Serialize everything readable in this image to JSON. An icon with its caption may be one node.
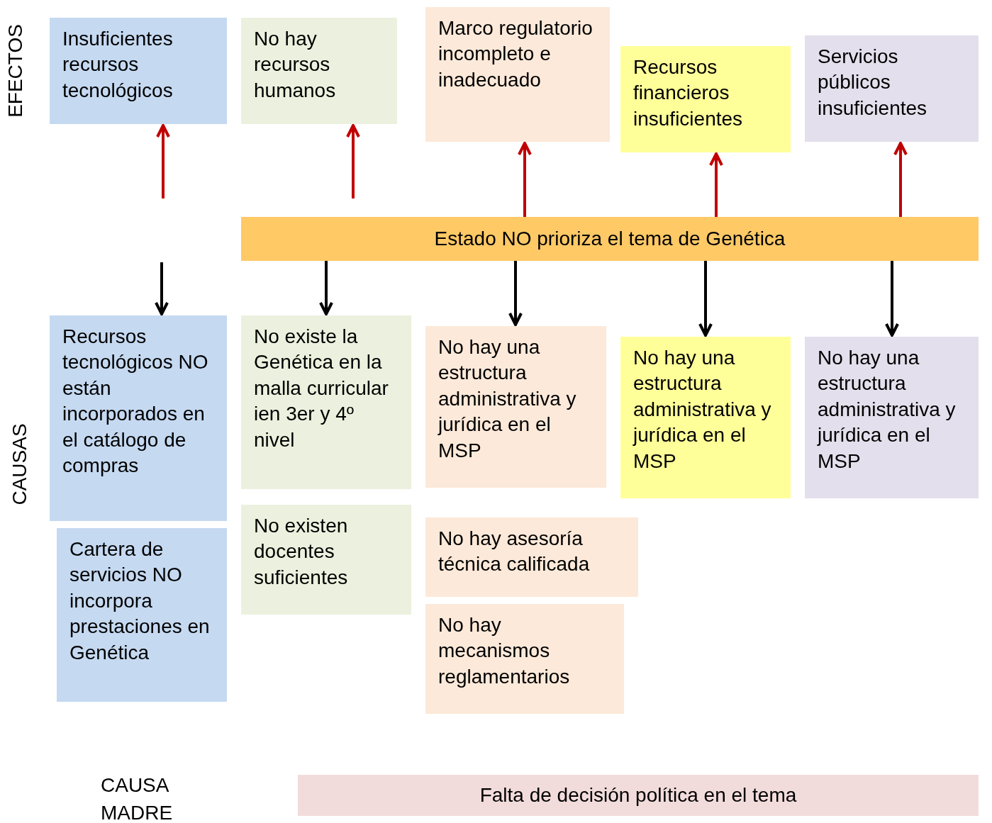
{
  "diagram": {
    "nodes": [
      {
        "text": [
          "Insuficientes recursos tecnológicos"
        ]
      },
      {
        "text": [
          "No hay recursos humanos"
        ]
      },
      {
        "text": [
          "Marco regulatorio incompleto e inadecuado"
        ]
      },
      {
        "text": [
          "Recursos financieros insuficientes"
        ]
      },
      {
        "text": [
          "Servicios públicos insuficientes"
        ]
      },
      {
        "text": [
          "Estado NO prioriza el tema de Genética"
        ]
      },
      {
        "text": [
          "Recursos tecnológicos NO están incorporados en el catálogo de compras"
        ]
      },
      {
        "text": [
          "No existe la Genética en la malla curricular ien 3er y 4º nivel"
        ]
      },
      {
        "text": [
          "No hay una estructura administrativa y jurídica en el MSP"
        ]
      },
      {
        "text": [
          "No hay una estructura administrativa y jurídica en el MSP"
        ]
      },
      {
        "text": [
          "No hay una estructura administrativa y jurídica en el MSP"
        ]
      },
      {
        "text": [
          "Cartera de servicios NO incorpora prestaciones en Genética"
        ]
      },
      {
        "text": [
          "No existen docentes suficientes"
        ]
      },
      {
        "text": [
          "No hay asesoría técnica calificada"
        ]
      },
      {
        "text": [
          "No hay mecanismos reglamentarios"
        ]
      },
      {
        "text": [
          "Falta de decisión política en el tema"
        ]
      }
    ],
    "edges": [
      {
        "from": null,
        "to": 0,
        "arrow": "to",
        "color": "#c00000"
      },
      {
        "from": null,
        "to": 1,
        "arrow": "to",
        "color": "#c00000"
      },
      {
        "from": 5,
        "to": 2,
        "arrow": "to",
        "color": "#c00000"
      },
      {
        "from": 5,
        "to": 3,
        "arrow": "to",
        "color": "#c00000"
      },
      {
        "from": 5,
        "to": 4,
        "arrow": "to",
        "color": "#c00000"
      },
      {
        "from": null,
        "to": 6,
        "arrow": "to",
        "color": "#000000"
      },
      {
        "from": 5,
        "to": 7,
        "arrow": "to",
        "color": "#000000"
      },
      {
        "from": 5,
        "to": 8,
        "arrow": "to",
        "color": "#000000"
      },
      {
        "from": 5,
        "to": 9,
        "arrow": "to",
        "color": "#000000"
      },
      {
        "from": 5,
        "to": 10,
        "arrow": "to",
        "color": "#000000"
      }
    ],
    "labels": [
      "EFECTOS",
      "CAUSAS",
      "CAUSA MADRE"
    ]
  }
}
